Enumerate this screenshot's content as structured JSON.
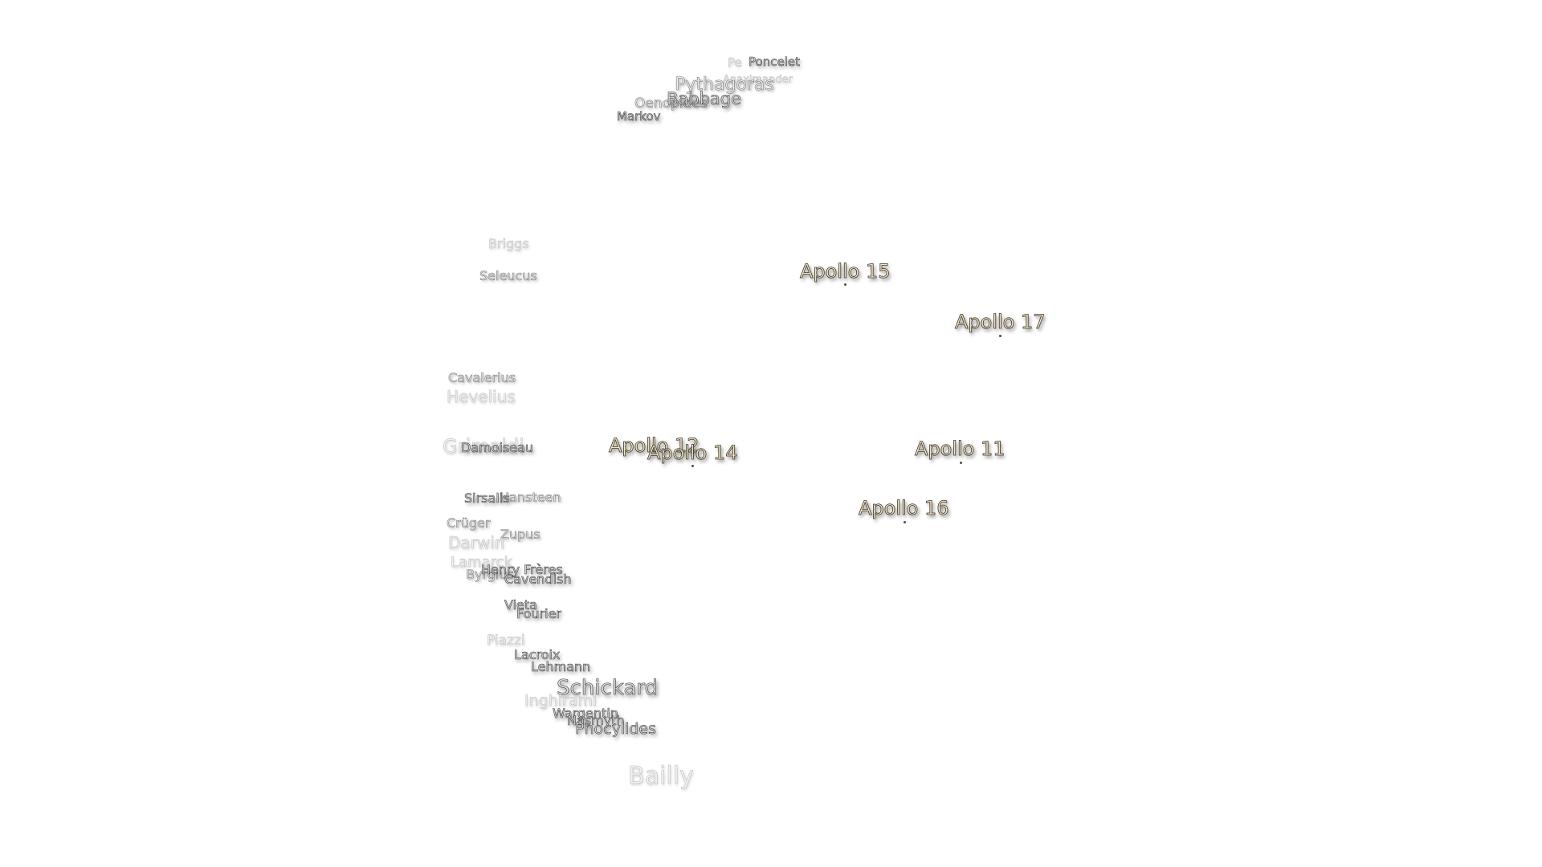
{
  "labels": {
    "poncelet": "Poncelet",
    "ghost_top_1": "Pe",
    "ghost_top_2": "Anaximander",
    "pythagoras": "Pythagoras",
    "babbage": "Babbage",
    "oenopides": "Oenopides",
    "markov": "Markov",
    "briggs": "Briggs",
    "seleucus": "Seleucus",
    "apollo_15": "Apollo 15",
    "apollo_17": "Apollo 17",
    "cavalerius": "Cavalerius",
    "hevelius": "Hevelius",
    "grimaldi": "Grimaldi",
    "damoiseau": "Damoiseau",
    "apollo_12": "Apollo 12",
    "apollo_14": "Apollo 14",
    "apollo_11": "Apollo 11",
    "sirsalis": "Sirsalis",
    "hansteen": "Hansteen",
    "apollo_16": "Apollo 16",
    "cruger": "Crüger",
    "zupus": "Zupus",
    "darwin": "Darwin",
    "lamarck": "Lamarck",
    "byrgius": "Byrgius",
    "henry_freres": "Henry Frères",
    "cavendish": "Cavendish",
    "vieta": "Vieta",
    "fourier": "Fourier",
    "piazzi": "Piazzi",
    "lacroix": "Lacroix",
    "lehmann": "Lehmann",
    "schickard": "Schickard",
    "inghirami": "Inghirami",
    "wargentin": "Wargentin",
    "nasmyth": "Nasmyth",
    "phocylides": "Phocylides",
    "bailly": "Bailly"
  },
  "colors": {
    "background": "#ffffff",
    "crater_label_fill": "#dcdcdc",
    "apollo_label_fill": "#f3e7c6",
    "apollo_label_outline": "#3d3426"
  }
}
